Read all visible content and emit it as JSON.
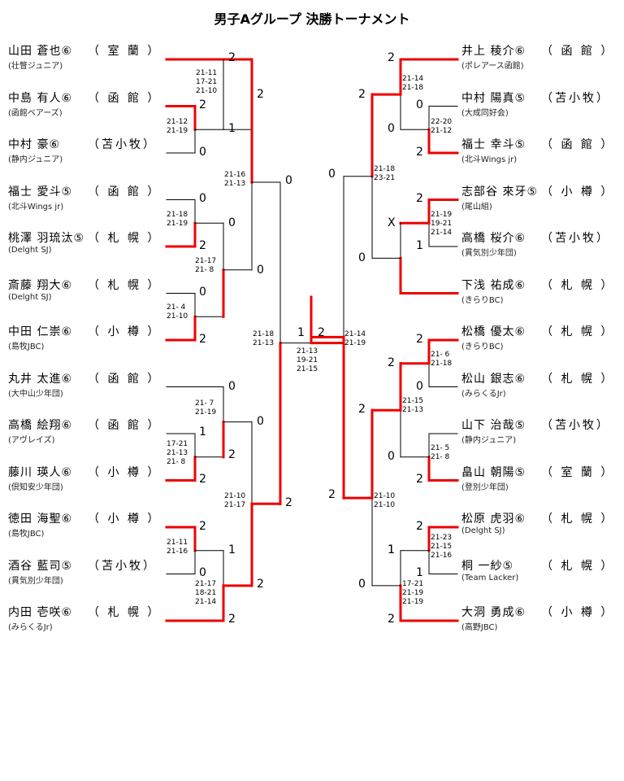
{
  "title": "男子Aグループ 決勝トーナメント",
  "left_players": [
    {
      "name": "山田 蒼也⑥",
      "club": "（ 室 蘭 ）",
      "team": "(壮瞥ジュニア)"
    },
    {
      "name": "中島 有人⑥",
      "club": "（ 函 館 ）",
      "team": "(函館ベアーズ)"
    },
    {
      "name": "中村 豪⑥",
      "club": "（苫小牧）",
      "team": "(静内ジュニア)"
    },
    {
      "name": "福士 愛斗⑤",
      "club": "（ 函 館 ）",
      "team": "(北斗Wings jr)"
    },
    {
      "name": "桃澤 羽琉汰⑤",
      "club": "（ 札 幌 ）",
      "team": "(Delght SJ)"
    },
    {
      "name": "斎藤 翔大⑥",
      "club": "（ 札 幌 ）",
      "team": "(Delght SJ)"
    },
    {
      "name": "中田 仁崇⑥",
      "club": "（ 小 樽 ）",
      "team": "(島牧JBC)"
    },
    {
      "name": "丸井 太進⑥",
      "club": "（ 函 館 ）",
      "team": "(大中山少年団)"
    },
    {
      "name": "高橋 絵翔⑥",
      "club": "（ 函 館 ）",
      "team": "(アヴレイズ)"
    },
    {
      "name": "藤川 瑛人⑥",
      "club": "（ 小 樽 ）",
      "team": "(倶知安少年団)"
    },
    {
      "name": "徳田 海聖⑥",
      "club": "（ 小 樽 ）",
      "team": "(島牧JBC)"
    },
    {
      "name": "酒谷 藍司⑤",
      "club": "（苫小牧）",
      "team": "(貫気別少年団)"
    },
    {
      "name": "内田 壱咲⑥",
      "club": "（ 札 幌 ）",
      "team": "(みらくるJr)"
    }
  ],
  "right_players": [
    {
      "name": "井上 稜介⑥",
      "club": "（ 函 館 ）",
      "team": "(ポレアース函館)"
    },
    {
      "name": "中村 陽真⑤",
      "club": "（苫小牧）",
      "team": "(大成同好会)"
    },
    {
      "name": "福士 幸斗⑤",
      "club": "（ 函 館 ）",
      "team": "(北斗Wings jr)"
    },
    {
      "name": "志部谷 來牙⑤",
      "club": "（ 小 樽 ）",
      "team": "(尾山組)"
    },
    {
      "name": "高橋 桜介⑥",
      "club": "（苫小牧）",
      "team": "(貫気別少年団)"
    },
    {
      "name": "下浅 祐成⑥",
      "club": "（ 札 幌 ）",
      "team": "(きらりBC)"
    },
    {
      "name": "松橋 優太⑥",
      "club": "（ 札 幌 ）",
      "team": "(きらりBC)"
    },
    {
      "name": "松山 銀志⑥",
      "club": "（ 札 幌 ）",
      "team": "(みらくるJr)"
    },
    {
      "name": "山下 治哉⑤",
      "club": "（苫小牧）",
      "team": "(静内ジュニア)"
    },
    {
      "name": "畠山 朝陽⑤",
      "club": "（ 室 蘭 ）",
      "team": "(登別少年団)"
    },
    {
      "name": "松原 虎羽⑥",
      "club": "（ 札 幌 ）",
      "team": "(Delght SJ)"
    },
    {
      "name": "桐 一紗⑤",
      "club": "（ 札 幌 ）",
      "team": "(Team Lacker)"
    },
    {
      "name": "大洞 勇成⑥",
      "club": "（ 小 樽 ）",
      "team": "(高野JBC)"
    }
  ],
  "scores": {
    "L1": "21-11\n17-21\n21-10",
    "L2": "21-12\n21-19",
    "L3": "21-18\n21-19",
    "L4": "21-17\n21- 8",
    "L5": "21- 4\n21-10",
    "L6": "21-16\n21-13",
    "L7": "21- 7\n21-19",
    "L8": "17-21\n21-13\n21- 8",
    "L9": "21-11\n21-16",
    "L10": "21-17\n18-21\n21-14",
    "L11": "21-10\n21-17",
    "L12": "21-18\n21-13",
    "F": "21-13\n19-21\n21-15",
    "R1": "21-14\n21-18",
    "R2": "22-20\n21-12",
    "R3": "21-19\n19-21\n21-14",
    "R4": "21-18\n23-21",
    "R5": "21- 6\n21-18",
    "R6": "21- 5\n21- 8",
    "R7": "21-15\n21-13",
    "R8": "21-23\n21-15\n21-16",
    "R9": "17-21\n21-19\n21-19",
    "R10": "21-10\n21-10",
    "R11": "21-14\n21-19"
  },
  "results": {
    "l_r1_1": "2",
    "l_r1_2": "2",
    "l_r1_3": "1",
    "l_r1_4": "0",
    "l_r1_5": "0",
    "l_r1_6": "2",
    "l_r1_7": "0",
    "l_r1_8": "0",
    "l_r1_9": "2",
    "l_r1_10": "0",
    "l_r1_11": "1",
    "l_r1_12": "2",
    "l_r1_13": "2",
    "l_r1_14": "0",
    "l_r1_15": "2",
    "l_r1_16": "1",
    "l_r1_17": "2",
    "l_qf_1": "2",
    "l_qf_2": "0",
    "l_qf_3": "0",
    "l_qf_4": "0",
    "l_qf_5": "2",
    "l_sf_1": "0",
    "l_sf_2": "2",
    "l_final": "1",
    "r_r1_1": "2",
    "r_r1_2": "0",
    "r_r1_3": "0",
    "r_r1_4": "2",
    "r_r1_5": "2",
    "r_r1_6": "X",
    "r_r1_7": "1",
    "r_r1_8": "0",
    "r_r1_9": "2",
    "r_r1_10": "0",
    "r_r1_11": "2",
    "r_r1_12": "0",
    "r_r1_13": "2",
    "r_r1_14": "2",
    "r_r1_15": "1",
    "r_r1_16": "1",
    "r_r1_17": "2",
    "r_qf_1": "2",
    "r_qf_2": "2",
    "r_qf_3": "1",
    "r_qf_4": "0",
    "r_sf_1": "0",
    "r_sf_2": "2",
    "r_final": "2"
  },
  "colors": {
    "winner_line": "#ee0000",
    "line": "#000000"
  }
}
